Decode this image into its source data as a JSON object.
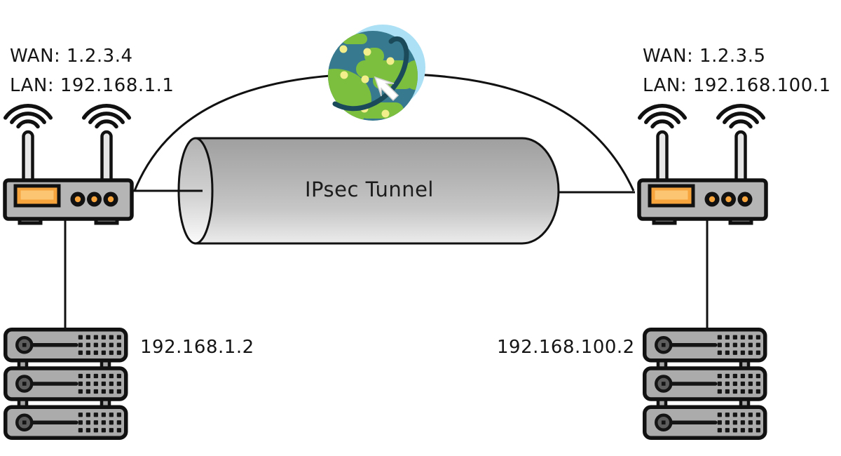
{
  "diagram": {
    "tunnel": {
      "label": "IPsec Tunnel",
      "icon": "tunnel-cylinder"
    },
    "internet": {
      "icon": "globe-internet-icon",
      "pointer_icon": "cursor-arrow-icon"
    },
    "sites": {
      "left": {
        "router": {
          "icon": "wifi-router-icon",
          "wan_label": "WAN: 1.2.3.4",
          "lan_label": "LAN: 192.168.1.1"
        },
        "server": {
          "icon": "rack-server-icon",
          "ip_label": "192.168.1.2"
        }
      },
      "right": {
        "router": {
          "icon": "wifi-router-icon",
          "wan_label": "WAN: 1.2.3.5",
          "lan_label": "LAN: 192.168.100.1"
        },
        "server": {
          "icon": "rack-server-icon",
          "ip_label": "192.168.100.2"
        }
      }
    },
    "colors": {
      "line": "#111111",
      "text": "#141414",
      "router_body": "#b5b5b5",
      "router_display_orange": "#f6a43b",
      "antenna_fill": "#e6e6e6",
      "server_body": "#ababab",
      "server_detail": "#151515",
      "tunnel_gray_top": "#9f9f9f",
      "tunnel_gray_bottom": "#ececec",
      "globe_halo_blue": "#ace0f4",
      "globe_ocean_teal": "#37798e",
      "globe_land_green": "#7cbf3f",
      "globe_spot_yellow": "#f3ee8c",
      "globe_orbit_dark_teal": "#1b4b5b",
      "cursor_white": "#ffffff"
    }
  }
}
